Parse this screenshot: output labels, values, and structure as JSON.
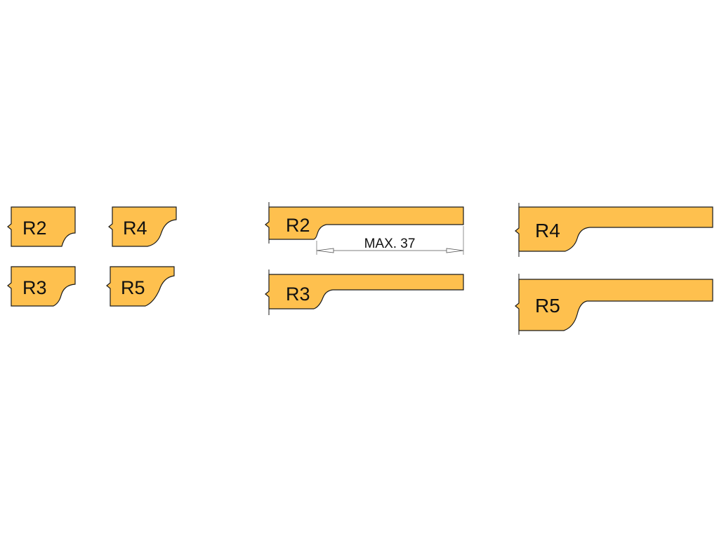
{
  "theme": {
    "profile_fill": "#FEC04E",
    "outline": "#1a1a1a"
  },
  "small_profiles": [
    {
      "id": "r2",
      "label": "R2"
    },
    {
      "id": "r4",
      "label": "R4"
    },
    {
      "id": "r3",
      "label": "R3"
    },
    {
      "id": "r5",
      "label": "R5"
    }
  ],
  "long_profiles": [
    {
      "id": "r2",
      "label": "R2"
    },
    {
      "id": "r3",
      "label": "R3"
    },
    {
      "id": "r4",
      "label": "R4"
    },
    {
      "id": "r5",
      "label": "R5"
    }
  ],
  "dimension": {
    "text": "MAX. 37"
  }
}
